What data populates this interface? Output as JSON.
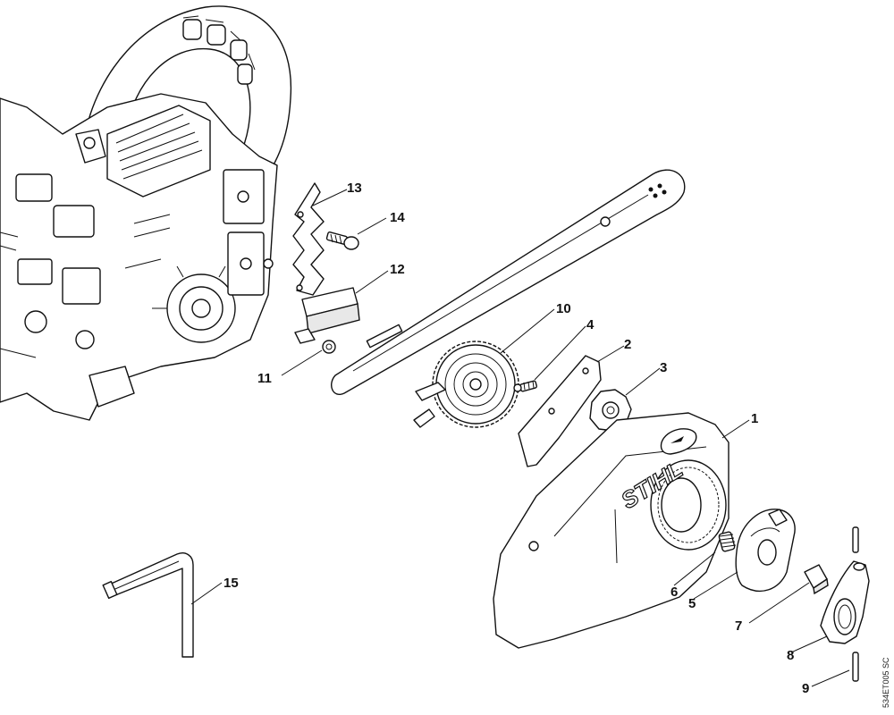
{
  "diagram": {
    "callouts": [
      "1",
      "2",
      "3",
      "4",
      "5",
      "6",
      "7",
      "8",
      "9",
      "10",
      "11",
      "12",
      "13",
      "14",
      "15"
    ],
    "logo_text": "STIHL",
    "drawing_code": "534ET005 SC"
  }
}
